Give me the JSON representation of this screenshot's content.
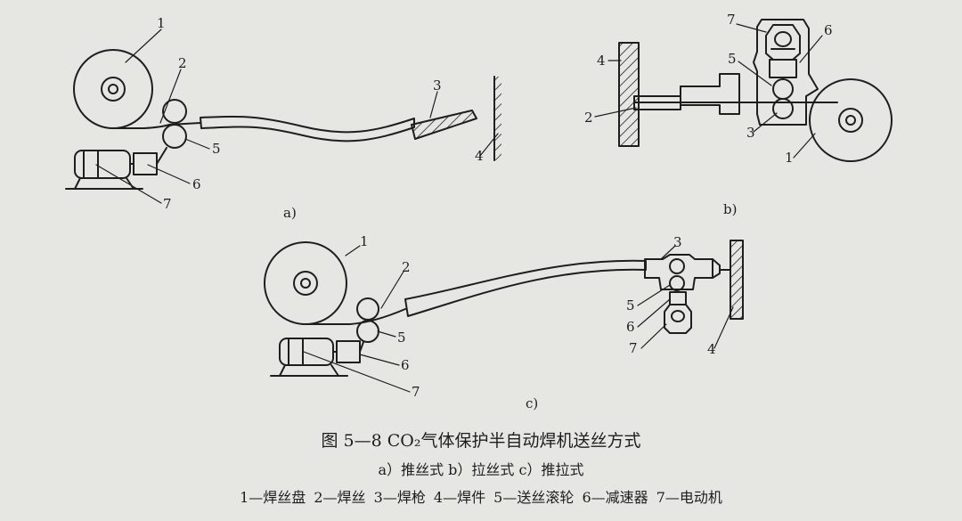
{
  "figure": {
    "title": "图 5—8   CO₂气体保护半自动焊机送丝方式",
    "subtitle": "a）推丝式   b）拉丝式   c）推拉式",
    "legend": "1—焊丝盘   2—焊丝   3—焊枪   4—焊件   5—送丝滚轮   6—减速器   7—电动机"
  },
  "panels": {
    "a": {
      "label": "a)",
      "callouts": {
        "1": "1",
        "2": "2",
        "3": "3",
        "4": "4",
        "5": "5",
        "6": "6",
        "7": "7"
      }
    },
    "b": {
      "label": "b)",
      "callouts": {
        "1": "1",
        "2": "2",
        "3": "3",
        "4": "4",
        "5": "5",
        "6": "6",
        "7": "7"
      }
    },
    "c": {
      "label": "c)",
      "callouts": {
        "1": "1",
        "2": "2",
        "3": "3",
        "4": "4",
        "5": "5",
        "6": "6",
        "7": "7"
      }
    }
  }
}
